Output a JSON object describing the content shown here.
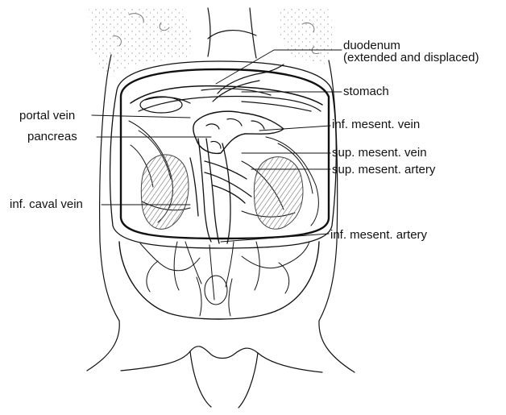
{
  "figure": {
    "labels": {
      "duodenum": "duodenum",
      "duodenum_note": "(extended and displaced)",
      "stomach": "stomach",
      "portal_vein": "portal vein",
      "pancreas": "pancreas",
      "inf_mesent_vein": "inf. mesent. vein",
      "sup_mesent_vein": "sup. mesent. vein",
      "sup_mesent_artery": "sup. mesent. artery",
      "inf_caval_vein": "inf. caval vein",
      "inf_mesent_artery": "inf. mesent. artery"
    },
    "colors": {
      "ink": "#111111",
      "hatch": "#7a7a7a",
      "background": "#ffffff"
    }
  }
}
